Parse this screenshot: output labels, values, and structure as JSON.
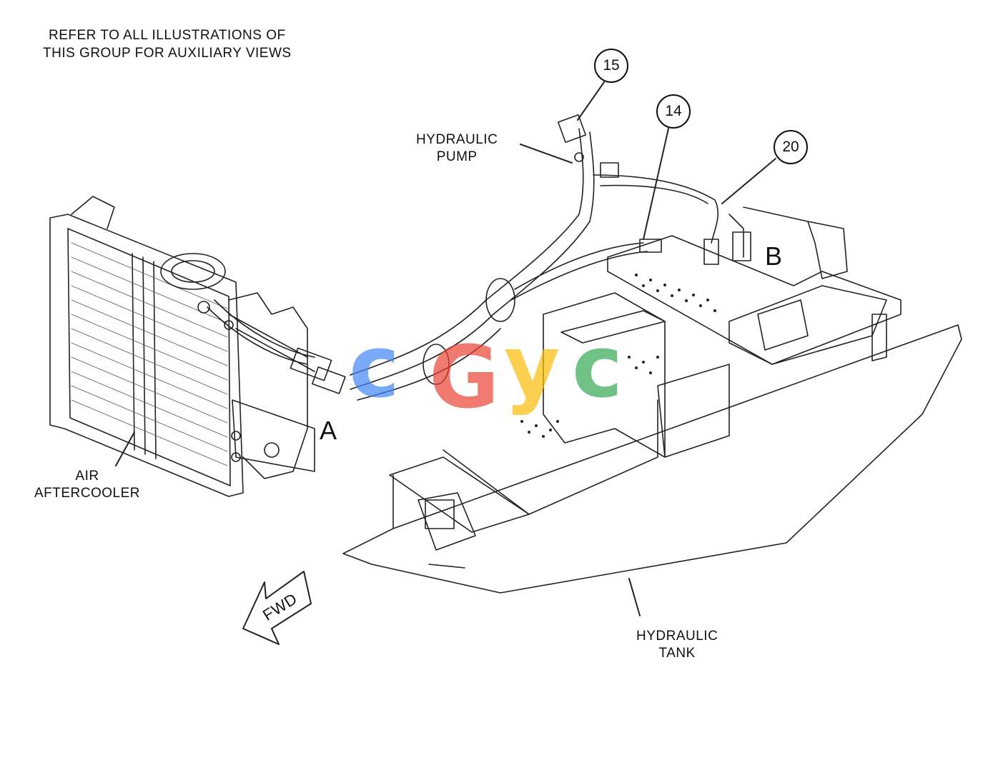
{
  "notes": {
    "line1": "REFER TO ALL ILLUSTRATIONS OF",
    "line2": "THIS GROUP FOR AUXILIARY VIEWS"
  },
  "labels": {
    "hydraulic_pump": [
      "HYDRAULIC",
      "PUMP"
    ],
    "air_aftercooler": [
      "AIR",
      "AFTERCOOLER"
    ],
    "hydraulic_tank": [
      "HYDRAULIC",
      "TANK"
    ],
    "view_a": "A",
    "view_b": "B",
    "fwd": "FWD"
  },
  "callouts": [
    "15",
    "14",
    "20"
  ],
  "watermark": {
    "letters": [
      "c",
      "G",
      "y",
      "c"
    ],
    "colors": [
      "#4285f4",
      "#ea4335",
      "#fbbc05",
      "#34a853"
    ]
  }
}
